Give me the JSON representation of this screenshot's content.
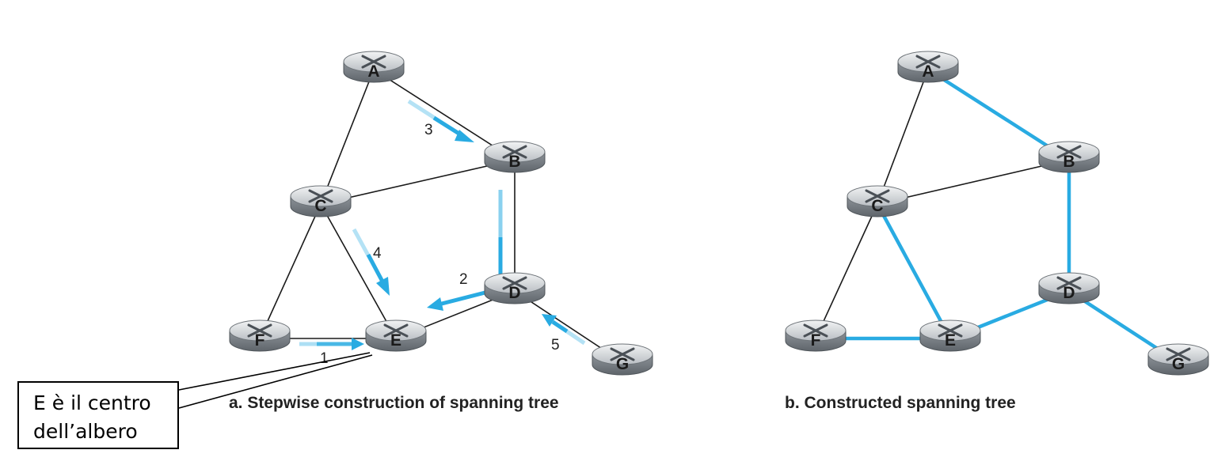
{
  "panels": [
    {
      "caption": "a. Stepwise construction of spanning tree",
      "nodes": [
        "A",
        "B",
        "C",
        "D",
        "E",
        "F",
        "G"
      ],
      "steps": [
        {
          "label": "1",
          "from": "F",
          "to": "E"
        },
        {
          "label": "2",
          "from": "D",
          "to": "E"
        },
        {
          "label": "3",
          "from": "A",
          "to": "B"
        },
        {
          "label": "4",
          "from": "C",
          "to": "E"
        },
        {
          "label": "5",
          "from": "G",
          "to": "D"
        }
      ]
    },
    {
      "caption": "b. Constructed spanning tree",
      "nodes": [
        "A",
        "B",
        "C",
        "D",
        "E",
        "F",
        "G"
      ],
      "tree_edges": [
        [
          "A",
          "B"
        ],
        [
          "B",
          "D"
        ],
        [
          "D",
          "E"
        ],
        [
          "D",
          "G"
        ],
        [
          "C",
          "E"
        ],
        [
          "E",
          "F"
        ]
      ]
    }
  ],
  "links": [
    [
      "A",
      "C"
    ],
    [
      "A",
      "B"
    ],
    [
      "C",
      "B"
    ],
    [
      "B",
      "D"
    ],
    [
      "C",
      "F"
    ],
    [
      "C",
      "E"
    ],
    [
      "F",
      "E"
    ],
    [
      "E",
      "D"
    ],
    [
      "D",
      "G"
    ]
  ],
  "colors": {
    "tree": "#29abe2",
    "link": "#1a1a1a",
    "router_body": "#9aa0a6"
  },
  "callout": {
    "line1": "E è il centro",
    "line2": "dell’albero"
  }
}
